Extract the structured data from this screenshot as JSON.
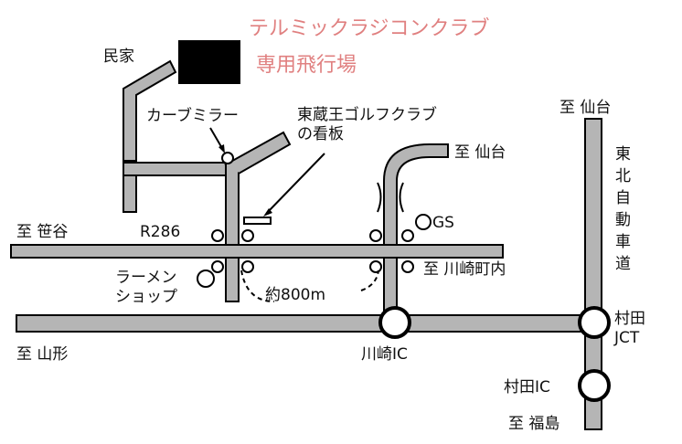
{
  "title": {
    "line1": "テルミックラジコンクラブ",
    "line2": "専用飛行場",
    "color": "#e08080"
  },
  "labels": {
    "house": "民家",
    "curve_mirror": "カーブミラー",
    "golf_sign_line1": "東蔵王ゴルフクラブ",
    "golf_sign_line2": "の看板",
    "to_sendai_upper": "至 仙台",
    "to_sendai_right": "至 仙台",
    "to_sasaya": "至 笹谷",
    "route": "R286",
    "gs": "GS",
    "ramen_line1": "ラーメン",
    "ramen_line2": "ショップ",
    "distance": "約800m",
    "to_kawasaki": "至 川崎町内",
    "to_yamagata": "至 山形",
    "kawasaki_ic": "川崎IC",
    "murata_jct_line1": "村田",
    "murata_jct_line2": "JCT",
    "murata_ic": "村田IC",
    "to_fukushima": "至 福島",
    "tohoku_expressway": [
      "東",
      "北",
      "自",
      "動",
      "車",
      "道"
    ]
  },
  "colors": {
    "road_fill": "#b5b5b5",
    "road_edge": "#000000",
    "field_marker": "#000000"
  }
}
